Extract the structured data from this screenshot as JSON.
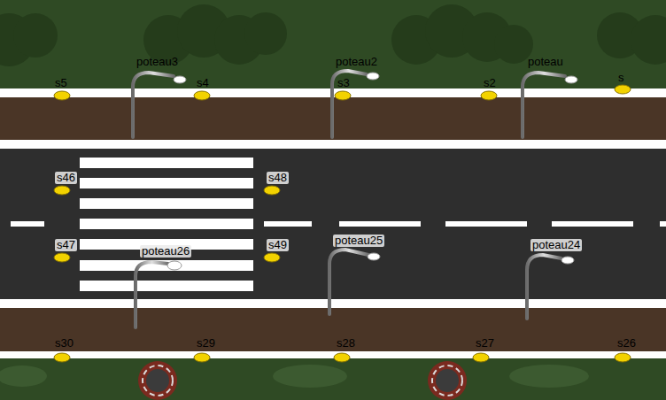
{
  "diagram": {
    "labels": [
      "poteau3",
      "poteau2",
      "poteau",
      "s5",
      "s4",
      "s3",
      "s2",
      "s",
      "s46",
      "s48",
      "s47",
      "s49",
      "poteau26",
      "poteau25",
      "poteau24",
      "s30",
      "s29",
      "s28",
      "s27",
      "s26"
    ]
  }
}
